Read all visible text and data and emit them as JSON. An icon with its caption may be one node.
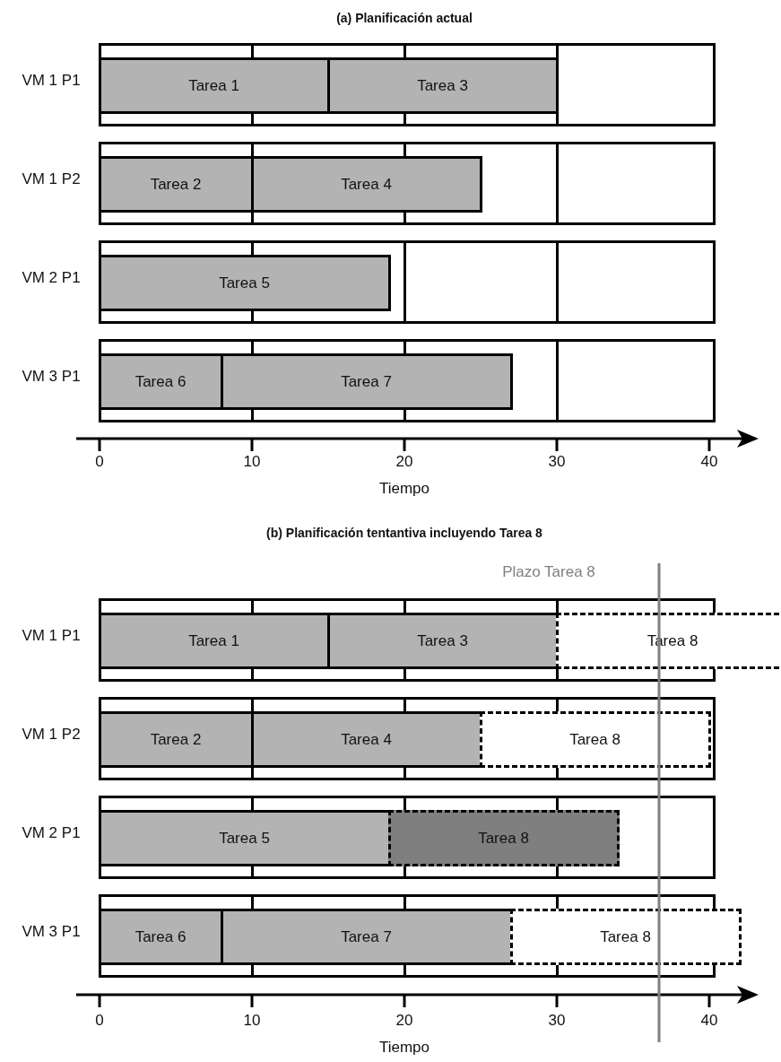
{
  "diagram": {
    "nodes": [
      {
        "text": [],
        "shape": "box",
        "beside": [
          "VM 1 P1"
        ]
      },
      {
        "text": [
          "Tarea 1"
        ],
        "in": 0
      },
      {
        "text": [
          "Tarea 3"
        ],
        "in": 0
      },
      {
        "text": [],
        "shape": "box",
        "beside": [
          "VM 1 P2"
        ]
      },
      {
        "text": [
          "Tarea 2"
        ],
        "in": 3
      },
      {
        "text": [
          "Tarea 4"
        ],
        "in": 3
      },
      {
        "text": [],
        "shape": "box",
        "beside": [
          "VM 2 P1"
        ]
      },
      {
        "text": [
          "Tarea 5"
        ],
        "in": 6
      },
      {
        "text": [],
        "shape": "box",
        "beside": [
          "VM 3 P1"
        ]
      },
      {
        "text": [
          "Tarea 6"
        ],
        "in": 8
      },
      {
        "text": [
          "Tarea 7"
        ],
        "in": 8
      },
      {
        "text": [],
        "shape": "box",
        "beside": [
          "VM 1 P1"
        ]
      },
      {
        "text": [
          "Tarea 1"
        ],
        "in": 11
      },
      {
        "text": [
          "Tarea 3"
        ],
        "in": 11
      },
      {
        "text": [
          "Tarea 8"
        ]
      },
      {
        "text": [],
        "shape": "box",
        "beside": [
          "VM 1 P2"
        ]
      },
      {
        "text": [
          "Tarea 2"
        ],
        "in": 15
      },
      {
        "text": [
          "Tarea 4"
        ],
        "in": 15
      },
      {
        "text": [
          "Tarea 8"
        ],
        "in": 15
      },
      {
        "text": [],
        "shape": "box",
        "beside": [
          "VM 2 P1"
        ]
      },
      {
        "text": [
          "Tarea 5"
        ],
        "in": 19
      },
      {
        "text": [
          "Tarea 8"
        ],
        "in": 19
      },
      {
        "text": [],
        "shape": "box",
        "beside": [
          "VM 3 P1"
        ]
      },
      {
        "text": [
          "Tarea 6"
        ],
        "in": 22
      },
      {
        "text": [
          "Tarea 7"
        ],
        "in": 22
      },
      {
        "text": [
          "Tarea 8"
        ]
      }
    ],
    "labels": [
      "(a) Planificación actual",
      "0",
      "10",
      "20",
      "30",
      "40",
      "Tiempo",
      "(b) Planificación tentantiva incluyendo Tarea 8",
      "Plazo Tarea 8",
      "0",
      "10",
      "20",
      "30",
      "40",
      "Tiempo"
    ]
  }
}
